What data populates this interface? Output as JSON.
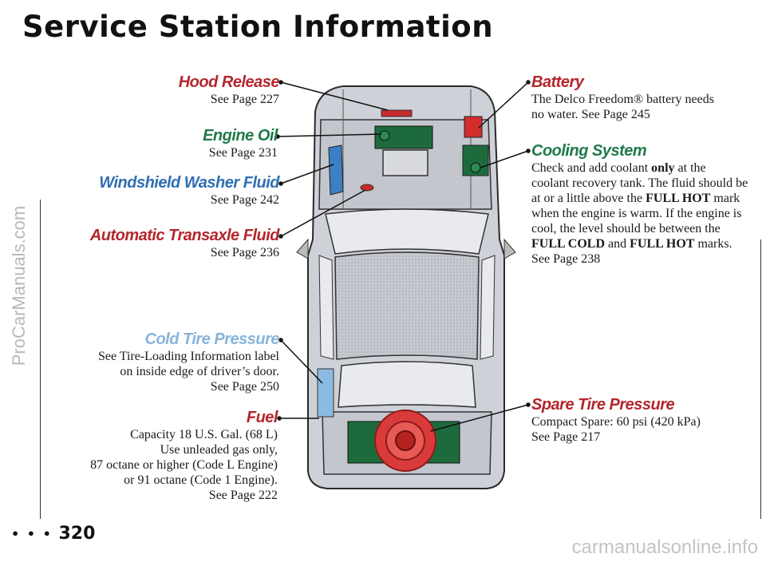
{
  "title": "Service Station Information",
  "page_number": "320",
  "page_dots": "• • •",
  "watermark_side": "ProCarManuals.com",
  "watermark_bottom": "carmanualsonline.info",
  "left": {
    "hood_release": {
      "heading": "Hood Release",
      "ref": "See Page 227"
    },
    "engine_oil": {
      "heading": "Engine Oil",
      "ref": "See Page 231"
    },
    "washer_fluid": {
      "heading": "Windshield Washer Fluid",
      "ref": "See Page 242"
    },
    "transaxle_fluid": {
      "heading": "Automatic Transaxle Fluid",
      "ref": "See Page 236"
    },
    "cold_tire": {
      "heading": "Cold Tire Pressure",
      "line1": "See Tire-Loading Information label",
      "line2": "on inside edge of driver’s door.",
      "ref": "See Page 250"
    },
    "fuel": {
      "heading": "Fuel",
      "line1": "Capacity 18 U.S. Gal. (68 L)",
      "line2": "Use unleaded gas only,",
      "line3": "87 octane or higher (Code L Engine)",
      "line4": "or 91 octane (Code 1 Engine).",
      "ref": "See Page 222"
    }
  },
  "right": {
    "battery": {
      "heading": "Battery",
      "line1": "The Delco Freedom® battery needs",
      "line2_plain": "no water. ",
      "line2_ref": "See Page 245"
    },
    "cooling": {
      "heading": "Cooling System",
      "l1a": "Check and add coolant ",
      "l1b": "only",
      "l1c": " at the",
      "l2": "coolant recovery tank. The fluid should be",
      "l3a": "at or a little above the ",
      "l3b": "FULL HOT",
      "l3c": " mark",
      "l4": "when the engine is warm. If the engine is",
      "l5": "cool, the level should be between the",
      "l6a": "FULL COLD",
      "l6b": " and ",
      "l6c": "FULL HOT",
      "l6d": " marks.",
      "ref": "See Page 238"
    },
    "spare": {
      "heading": "Spare Tire Pressure",
      "line1": "Compact Spare: 60 psi (420 kPa)",
      "ref": "See Page 217"
    }
  },
  "colors": {
    "red_heading": "#b3262c",
    "green_heading": "#1f7a4a",
    "blue_heading": "#2f6fb3",
    "car_body": "#c9cbd2",
    "engine_green": "#1d6b3c",
    "reservoir_blue": "#3c7fc4",
    "battery_red": "#d42d2d"
  }
}
